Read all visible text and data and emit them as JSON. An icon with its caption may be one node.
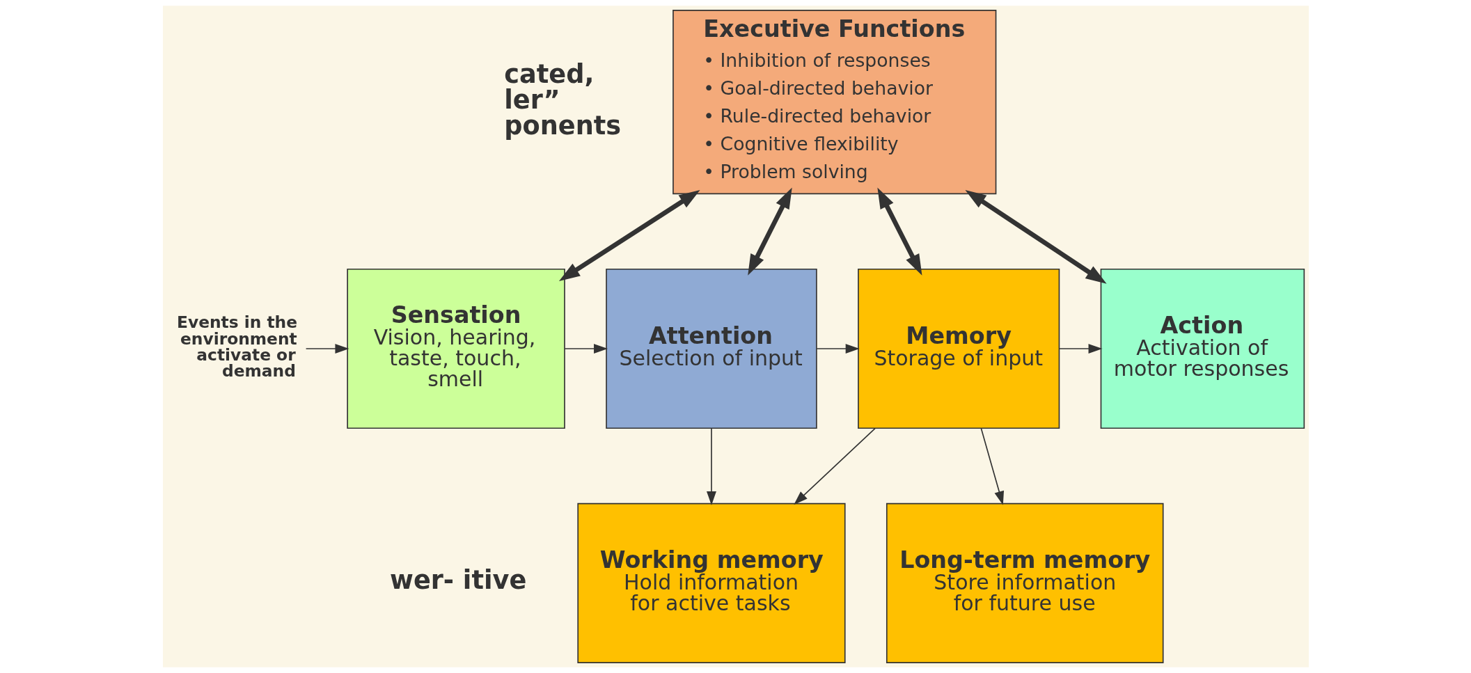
{
  "diagram": {
    "nodes": [
      {
        "text": [
          "Executive Functions",
          "• Inhibition of responses",
          "• Goal-directed behavior",
          "• Rule-directed behavior",
          "• Cognitive flexibility",
          "• Problem solving"
        ]
      },
      {
        "text": [
          "Events in the environment activate or demand"
        ]
      },
      {
        "text": [
          "Sensation",
          "Vision, hearing, taste, touch, smell"
        ]
      },
      {
        "text": [
          "Attention",
          "Selection of input"
        ]
      },
      {
        "text": [
          "Memory",
          "Storage of input"
        ]
      },
      {
        "text": [
          "Action",
          "Activation of motor responses"
        ]
      },
      {
        "text": [
          "Working memory",
          "Hold information for active tasks"
        ]
      },
      {
        "text": [
          "Long-term memory",
          "Store information for future use"
        ]
      }
    ],
    "edges": [
      {
        "from": 0,
        "to": 2,
        "arrow": "both",
        "style": "thick"
      },
      {
        "from": 0,
        "to": 3,
        "arrow": "both",
        "style": "thick"
      },
      {
        "from": 0,
        "to": 4,
        "arrow": "both",
        "style": "thick"
      },
      {
        "from": 0,
        "to": 5,
        "arrow": "both",
        "style": "thick"
      },
      {
        "from": 1,
        "to": 2,
        "arrow": "to"
      },
      {
        "from": 2,
        "to": 3,
        "arrow": "to"
      },
      {
        "from": 3,
        "to": 4,
        "arrow": "to"
      },
      {
        "from": 4,
        "to": 5,
        "arrow": "to"
      },
      {
        "from": 3,
        "to": 6,
        "arrow": "to"
      },
      {
        "from": 4,
        "to": 6,
        "arrow": "to"
      },
      {
        "from": 4,
        "to": 7,
        "arrow": "to"
      }
    ],
    "labels": [
      "cated, ler” ponents",
      "wer- itive"
    ]
  }
}
